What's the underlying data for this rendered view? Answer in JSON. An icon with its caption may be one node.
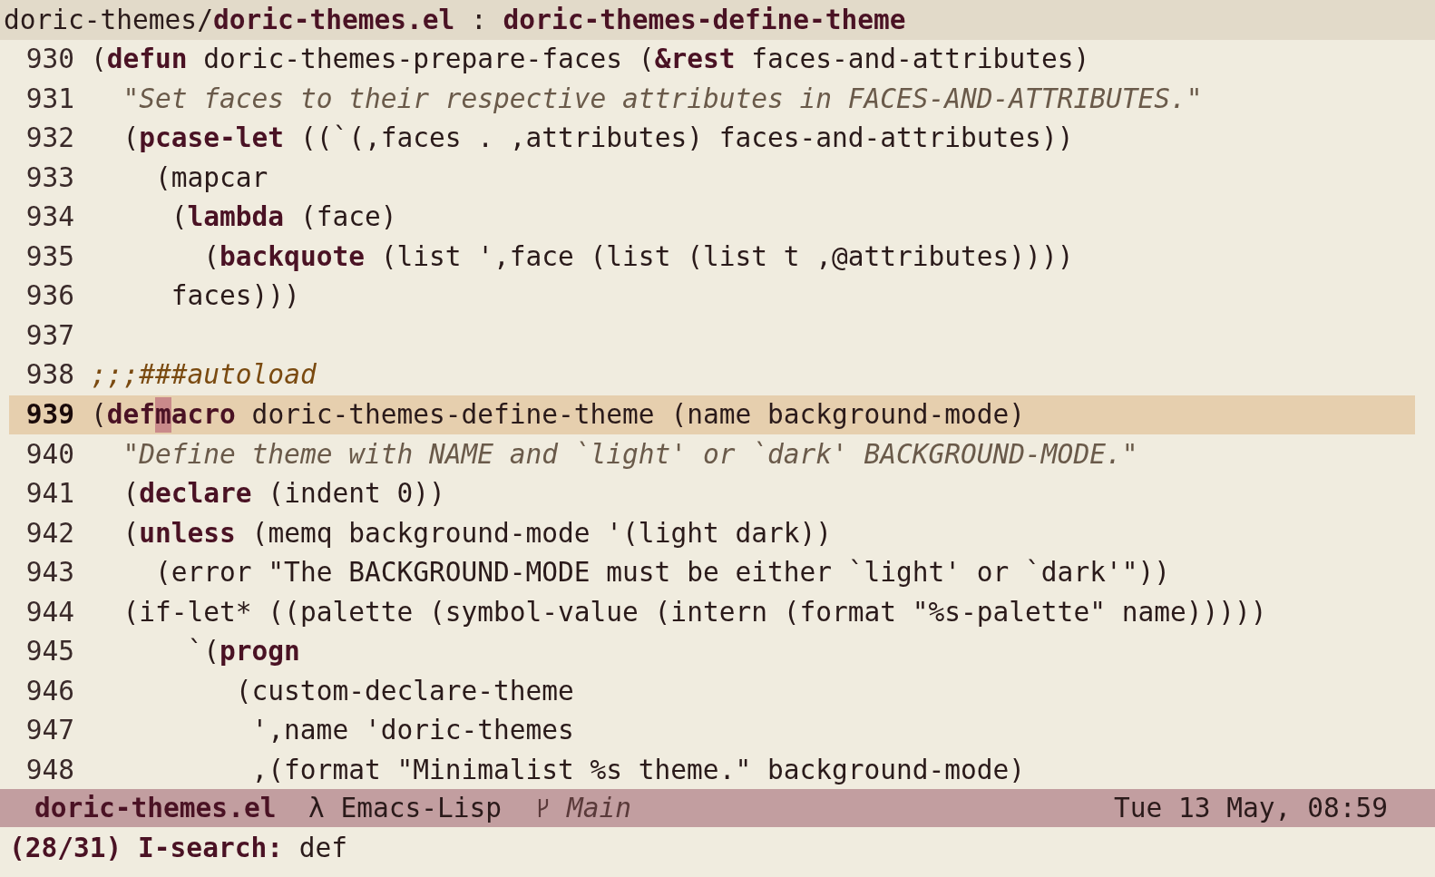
{
  "diagram": {
    "labels": [
      "doric-themes/**doric-themes.el** : **doric-themes-define-theme**",
      "930",
      "(**defun** doric-themes-prepare-faces (**&rest** faces-and-attributes)",
      "931",
      "\"Set faces to their respective attributes in FACES-AND-ATTRIBUTES.\"",
      "932",
      "(**pcase-let** ((`(,faces . ,attributes) faces-and-attributes))",
      "933",
      "(mapcar",
      "934",
      "(**lambda** (face)",
      "935",
      "(**backquote** (list ',face (list (list t ,@attributes))))",
      "936",
      "faces)))",
      "937",
      "938",
      ";;;###autoload",
      "939",
      "(**defmacro** doric-themes-define-theme (name background-mode)",
      "940",
      "\"Define theme with NAME and `light' or `dark' BACKGROUND-MODE.\"",
      "941",
      "(**declare** (indent 0))",
      "942",
      "(**unless** (memq background-mode '(light dark))",
      "943",
      "(error \"The BACKGROUND-MODE must be either `light' or `dark'\"))",
      "944",
      "(if-let* ((palette (symbol-value (intern (format \"%s-palette\" name)))))",
      "945",
      "`(**progn**",
      "946",
      "(custom-declare-theme",
      "947",
      "',name 'doric-themes",
      "948",
      ",(format \"Minimalist %s theme.\" background-mode)",
      "doric-themes.el",
      "λ Emacs-Lisp",
      "Main",
      "Tue 13 May, 08:59",
      "**(28/31) I-search:** def"
    ]
  }
}
